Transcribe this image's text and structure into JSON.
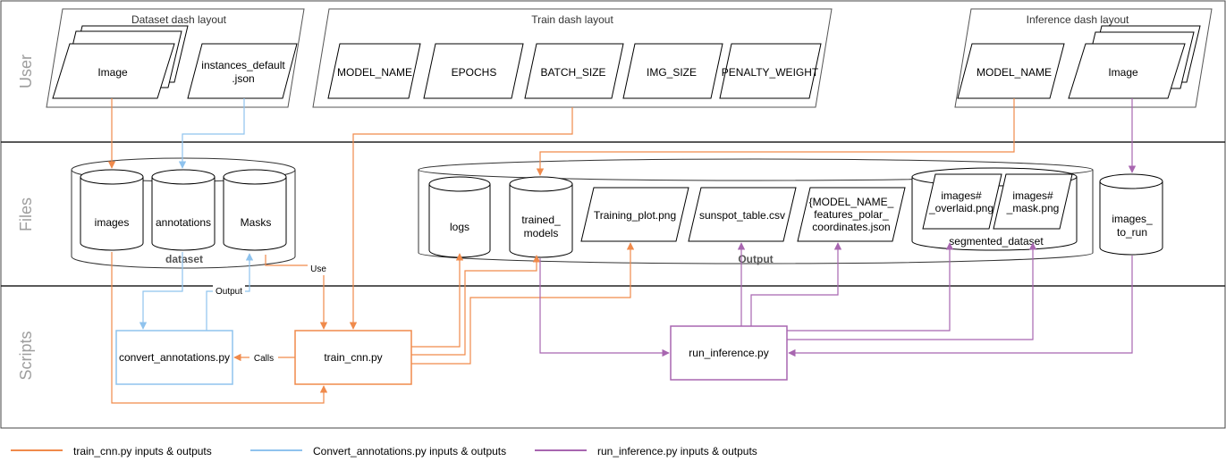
{
  "lanes": {
    "user": "User",
    "files": "Files",
    "scripts": "Scripts"
  },
  "groups": {
    "dataset_dash": "Dataset dash layout",
    "train_dash": "Train dash layout",
    "inference_dash": "Inference dash layout"
  },
  "inputs": {
    "dataset_image": "Image",
    "instances_line1": "instances_default",
    "instances_line2": ".json",
    "model_name": "MODEL_NAME",
    "epochs": "EPOCHS",
    "batch_size": "BATCH_SIZE",
    "img_size": "IMG_SIZE",
    "penalty_weight": "PENALTY_WEIGHT",
    "inf_model_name": "MODEL_NAME",
    "inf_image": "Image"
  },
  "files": {
    "images": "images",
    "annotations": "annotations",
    "masks": "Masks",
    "dataset": "dataset",
    "logs": "logs",
    "trained_line1": "trained_",
    "trained_line2": "models",
    "training_plot": "Training_plot.png",
    "sunspot_table": "sunspot_table.csv",
    "features_line1": "{MODEL_NAME_",
    "features_line2": "features_polar_",
    "features_line3": "coordinates.json",
    "overlaid_line1": "images#",
    "overlaid_line2": "_overlaid.png",
    "mask_line1": "images#",
    "mask_line2": "_mask.png",
    "segmented": "segmented_dataset",
    "output": "Output",
    "to_run_line1": "images_",
    "to_run_line2": "to_run"
  },
  "scripts": {
    "convert": "convert_annotations.py",
    "train": "train_cnn.py",
    "inference": "run_inference.py"
  },
  "edge_labels": {
    "output": "Output",
    "use": "Use",
    "calls": "Calls"
  },
  "legend": {
    "train": "train_cnn.py inputs & outputs",
    "convert": "Convert_annotations.py inputs & outputs",
    "inference": "run_inference.py inputs & outputs"
  },
  "colors": {
    "train": "#f08a4b",
    "convert": "#8fc3ee",
    "inference": "#a866b0"
  }
}
